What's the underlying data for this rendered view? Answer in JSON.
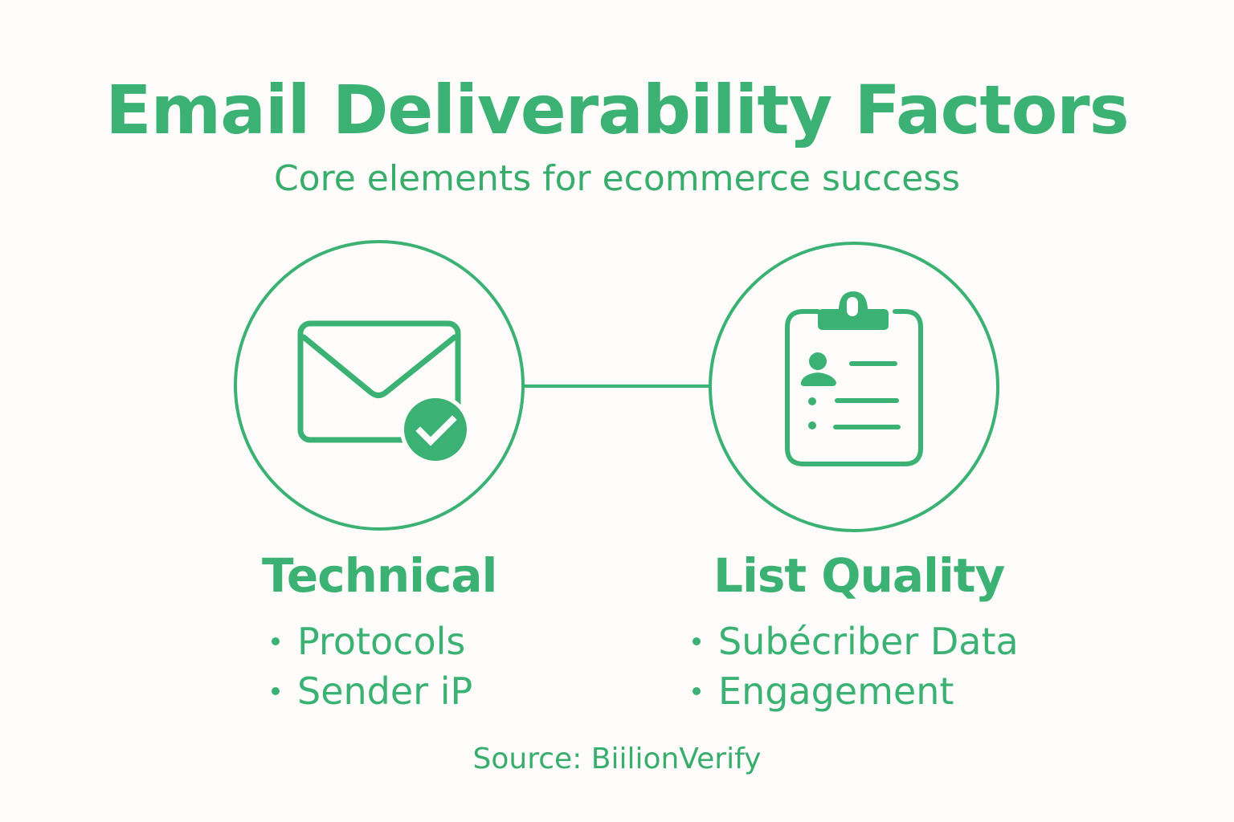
{
  "header": {
    "title": "Email Deliverability Factors",
    "subtitle": "Core elements for ecommerce success"
  },
  "colors": {
    "accent": "#3bb273",
    "background": "#fdfcfa",
    "icon_inner": "#ffffff"
  },
  "nodes": [
    {
      "icon": "envelope-check-icon",
      "heading": "Technical",
      "items": [
        "Protocols",
        "Sender iP"
      ]
    },
    {
      "icon": "clipboard-list-icon",
      "heading": "List Quality",
      "items": [
        "Subécriber Data",
        "Engagement"
      ]
    }
  ],
  "connector": {
    "from": "Technical",
    "to": "List Quality"
  },
  "footer": {
    "source": "Source: BiilionVerify"
  }
}
